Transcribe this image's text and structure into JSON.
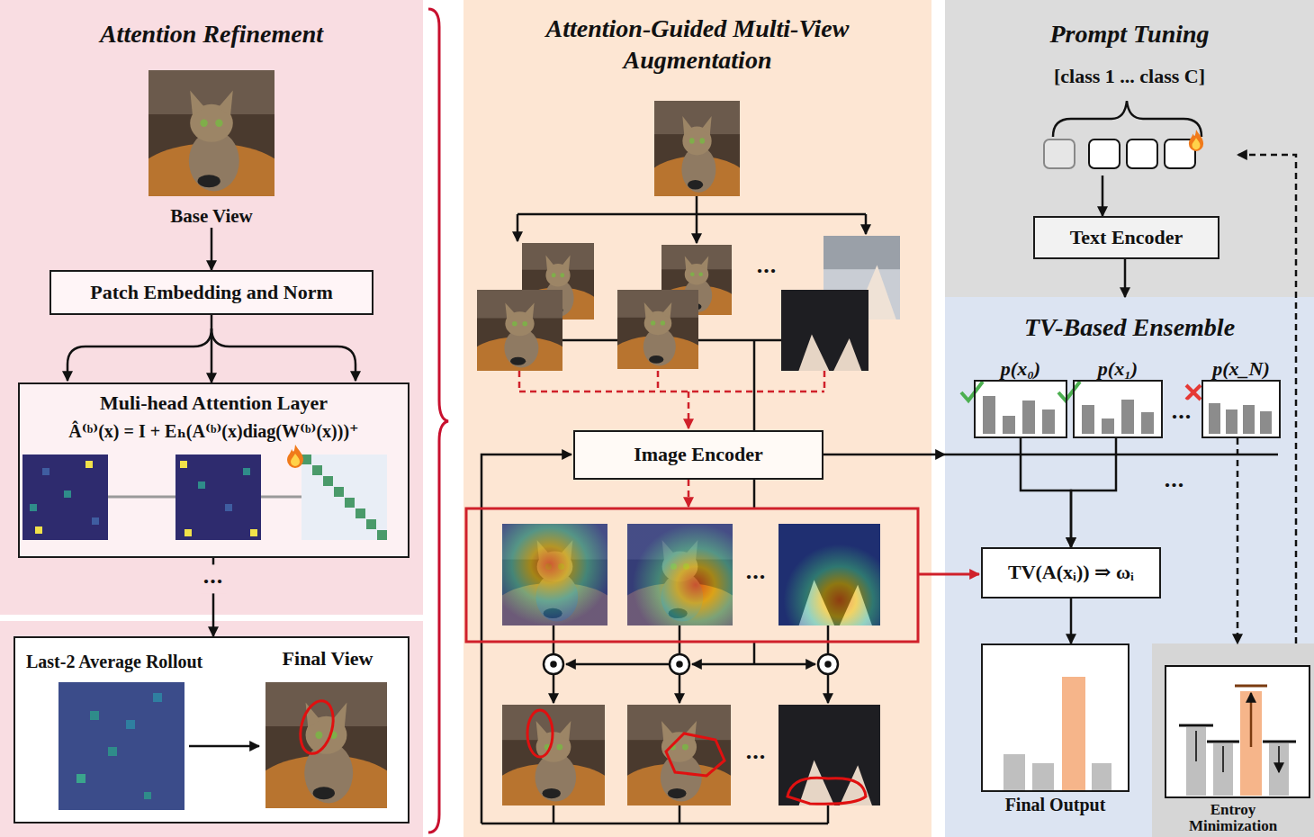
{
  "diagram": {
    "nodes": [
      {
        "text": [
          "Attention Refinement"
        ]
      },
      {
        "text": [
          "Base View"
        ],
        "in": 0
      },
      {
        "text": [
          "Patch Embedding and Norm"
        ],
        "in": 0
      },
      {
        "text": [
          "Muli-head Attention Layer",
          "Â⁽ᵇ⁾(x) = I + Eₕ(A⁽ᵇ⁾(x)diag(W⁽ᵇ⁾(x)))⁺"
        ],
        "in": 0
      },
      {
        "text": [
          "Last-2 Average Rollout",
          "Final View"
        ]
      },
      {
        "text": [
          "Attention-Guided Multi-View Augmentation"
        ]
      },
      {
        "text": [
          "Image Encoder"
        ],
        "in": 5
      },
      {
        "text": [
          "Prompt Tuning"
        ]
      },
      {
        "text": [
          "[class 1 ... class C]"
        ],
        "in": 7
      },
      {
        "text": [
          "Text Encoder"
        ],
        "in": 7
      },
      {
        "text": [
          "TV-Based Ensemble"
        ]
      },
      {
        "text": [
          "p(x₀)"
        ],
        "in": 10
      },
      {
        "text": [
          "p(x₁)"
        ],
        "in": 10
      },
      {
        "text": [
          "p(x_N)"
        ],
        "in": 10
      },
      {
        "text": [
          "TV(A(xᵢ)) ⇒ ωᵢ"
        ],
        "in": 10
      },
      {
        "text": [
          "Final Output"
        ],
        "in": 10
      },
      {
        "text": [
          "Entroy Minimization"
        ],
        "in": 10
      }
    ],
    "edges": [
      {
        "from": 1,
        "to": 2,
        "arrow": "to"
      },
      {
        "from": 2,
        "to": 3,
        "arrow": "to"
      },
      {
        "from": 3,
        "to": 4,
        "arrow": "to"
      },
      {
        "from": 6,
        "to": 10,
        "arrow": "to"
      },
      {
        "from": 8,
        "to": 9,
        "arrow": "to"
      },
      {
        "from": 9,
        "to": 10,
        "arrow": "to"
      },
      {
        "from": 11,
        "to": 14,
        "arrow": "to"
      },
      {
        "from": 12,
        "to": 14,
        "arrow": "to"
      },
      {
        "from": 13,
        "to": 16,
        "arrow": "to"
      },
      {
        "from": 14,
        "to": 15,
        "arrow": "to"
      },
      {
        "from": 16,
        "to": 8,
        "arrow": "to"
      }
    ],
    "labels": [
      "...",
      "...",
      "...",
      "...",
      "...",
      "..."
    ]
  }
}
